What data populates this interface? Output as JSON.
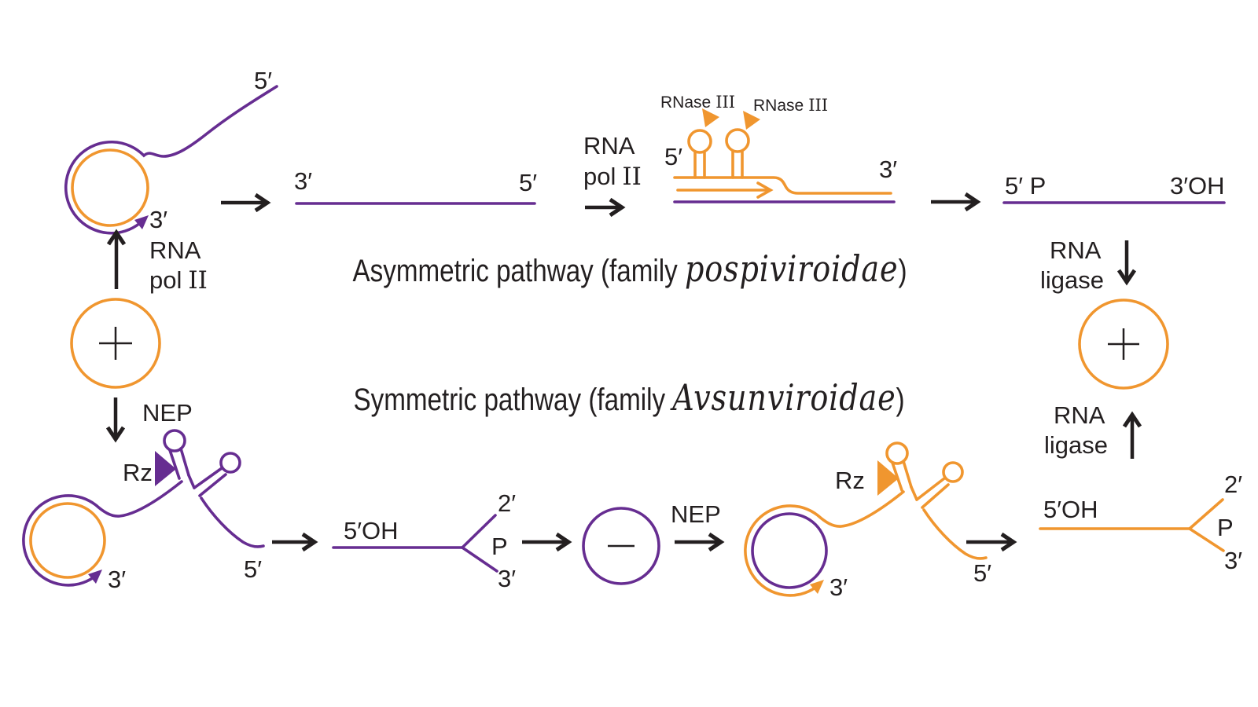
{
  "figure": {
    "titles": {
      "asymmetric": {
        "prefix": "Asymmetric pathway (family ",
        "family": "pospiviroidae",
        "suffix": ")"
      },
      "symmetric": {
        "prefix": "Symmetric pathway (family ",
        "family": "Avsunviroidae",
        "suffix": ")"
      }
    },
    "labels": {
      "five_prime": "5′",
      "three_prime": "3′",
      "two_prime": "2′",
      "five_prime_oh": "5′OH",
      "five_prime_p": "5′ P",
      "three_prime_oh": "3′OH",
      "phosphate": "P",
      "rna": "RNA",
      "pol": "pol",
      "pol_numeral": "II",
      "ligase": "ligase",
      "nep": "NEP",
      "rz": "Rz",
      "rnase": "RNase",
      "rnase_numeral": "III"
    },
    "icons": {
      "plus_circle": "plus-icon",
      "minus_circle": "minus-icon",
      "rz_cleavage_site": "triangle-icon",
      "rnase_cleavage_site": "triangle-icon"
    },
    "colors": {
      "plus_strand_orange": "#f0962f",
      "minus_strand_purple": "#662d91",
      "text_black": "#231f20"
    }
  }
}
